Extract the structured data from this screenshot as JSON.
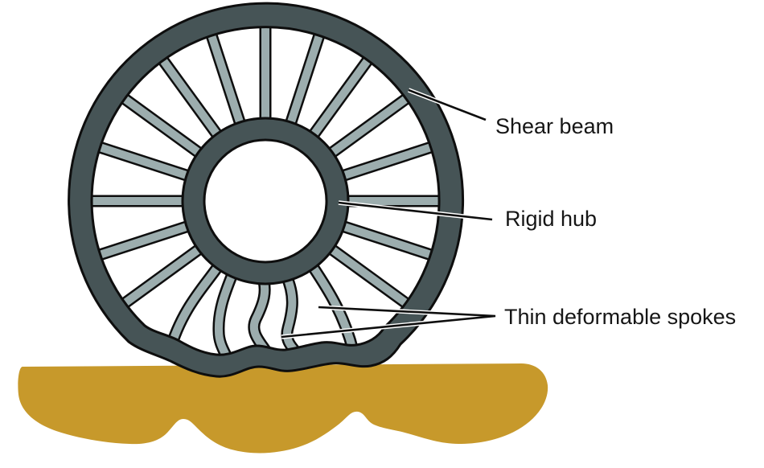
{
  "figure": {
    "type": "labeled-diagram",
    "labels": {
      "shear_beam": "Shear beam",
      "rigid_hub": "Rigid hub",
      "thin_deformable_spokes": "Thin deformable spokes"
    },
    "colors": {
      "wheel_dark": "#465456",
      "spoke_light": "#9CADAE",
      "terrain_gold": "#C7992B",
      "outline": "#0E0E0E",
      "leader_casing": "#FFFFFF",
      "hub_bore": "#FFFFFF",
      "text": "#161616",
      "background": "#FFFFFF"
    }
  }
}
